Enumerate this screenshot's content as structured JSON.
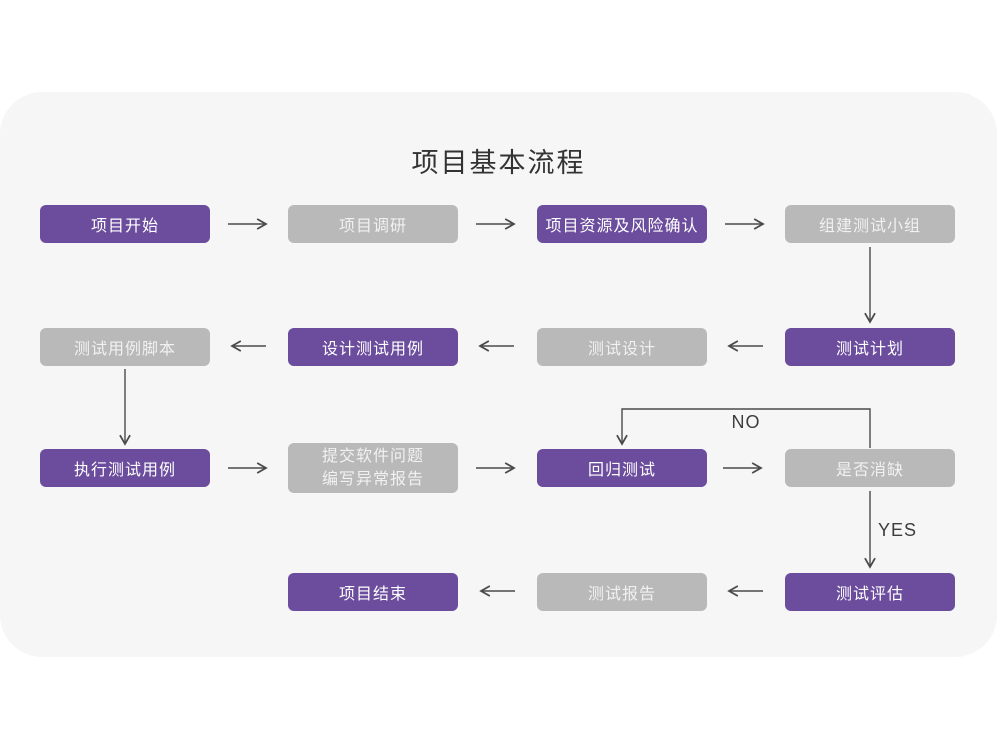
{
  "title": "项目基本流程",
  "colors": {
    "primary": "#6b4c9d",
    "secondary": "#b9b9b9",
    "card_bg": "#f6f6f7",
    "arrow": "#4a4a4a",
    "title_text": "#333333",
    "label_text": "#3d3d3d"
  },
  "nodes": {
    "start": {
      "label": "项目开始"
    },
    "research": {
      "label": "项目调研"
    },
    "risk": {
      "label": "项目资源及风险确认"
    },
    "team": {
      "label": "组建测试小组"
    },
    "plan": {
      "label": "测试计划"
    },
    "design": {
      "label": "测试设计"
    },
    "case_design": {
      "label": "设计测试用例"
    },
    "script": {
      "label": "测试用例脚本"
    },
    "execute": {
      "label": "执行测试用例"
    },
    "submit_issue": {
      "line1": "提交软件问题",
      "line2": "编写异常报告"
    },
    "regression": {
      "label": "回归测试"
    },
    "defect_check": {
      "label": "是否消缺"
    },
    "evaluate": {
      "label": "测试评估"
    },
    "report": {
      "label": "测试报告"
    },
    "end": {
      "label": "项目结束"
    }
  },
  "edge_labels": {
    "no": "NO",
    "yes": "YES"
  }
}
